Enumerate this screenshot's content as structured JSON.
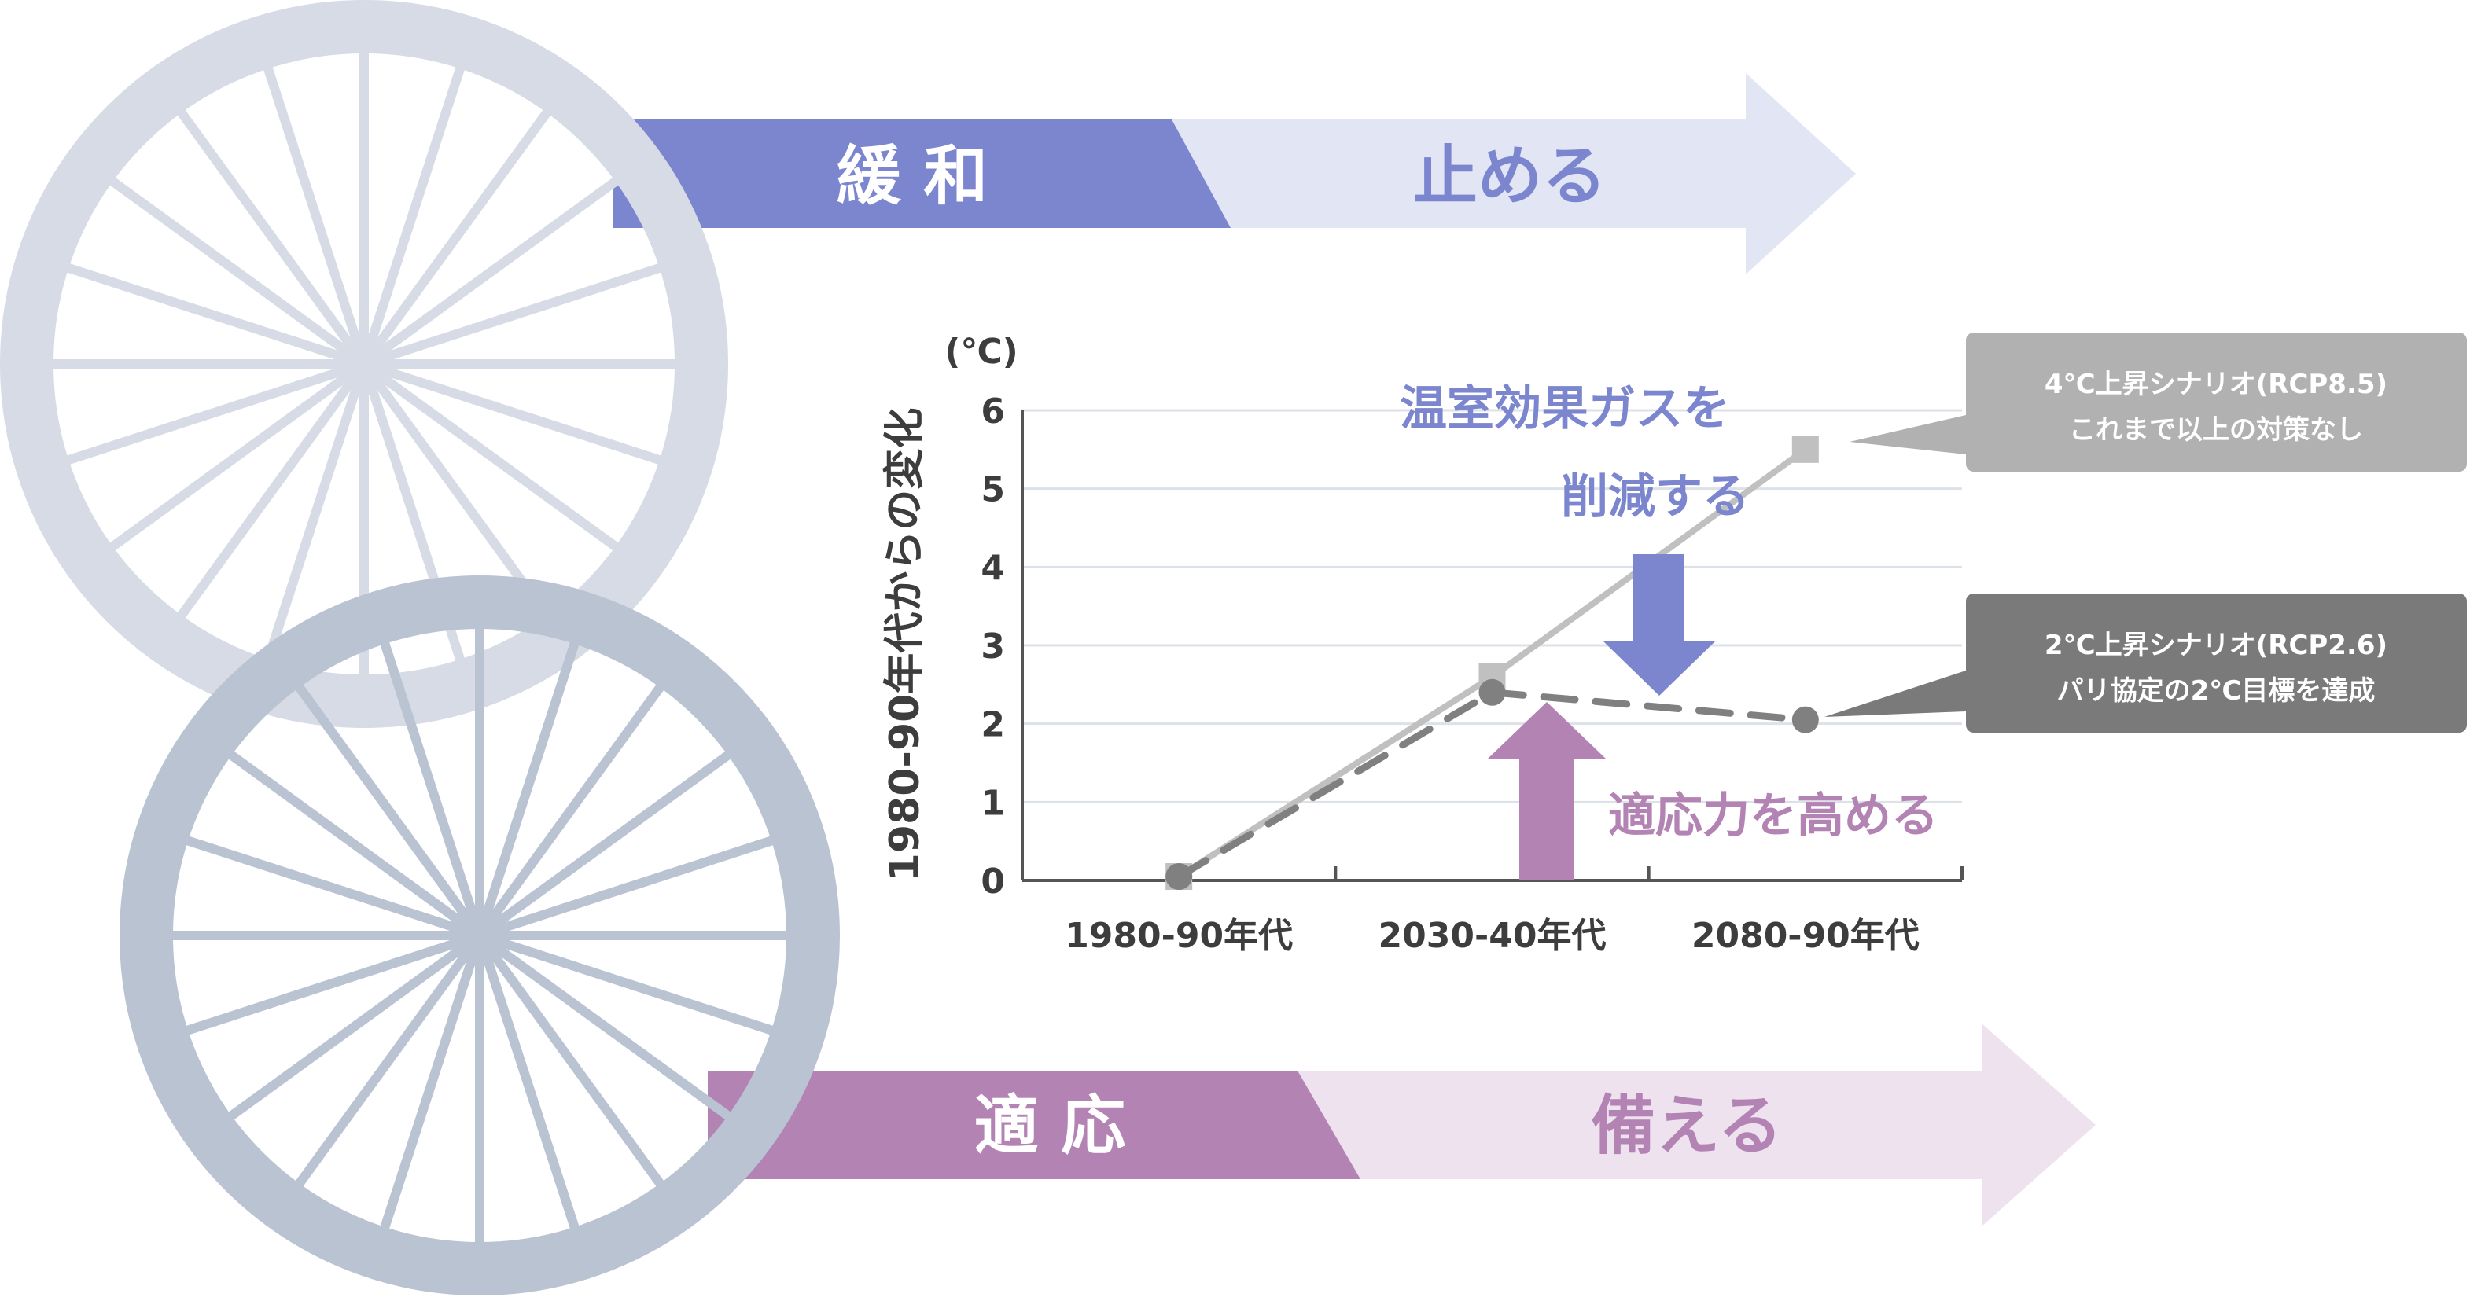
{
  "banners": {
    "mitigation": {
      "label": "緩 和",
      "action": "止める",
      "color": "#7b86cf",
      "light": "#e2e5f4"
    },
    "adaptation": {
      "label": "適 応",
      "action": "備える",
      "color": "#b383b4",
      "light": "#eee2ef"
    }
  },
  "callouts": {
    "reduce_line1": "温室効果ガスを",
    "reduce_line2": "削減する",
    "adapt": "適応力を高める",
    "reduce_color": "#7b86cf",
    "adapt_color": "#b383b4"
  },
  "bubbles": {
    "high": {
      "line1": "4℃上昇シナリオ(RCP8.5)",
      "line2": "これまで以上の対策なし",
      "color": "#b1b1b1"
    },
    "low": {
      "line1": "2℃上昇シナリオ(RCP2.6)",
      "line2": "パリ協定の2℃目標を達成",
      "color": "#7a7a7a"
    }
  },
  "icons": {
    "wheel_top": "wagon-wheel-icon",
    "wheel_bottom": "wagon-wheel-icon",
    "arrow_down": "arrow-down-icon",
    "arrow_up": "arrow-up-icon"
  },
  "chart_data": {
    "type": "line",
    "ylabel": "1980-90年代からの変化",
    "yunit": "(℃)",
    "ylim": [
      0,
      6
    ],
    "yticks": [
      0,
      1,
      2,
      3,
      4,
      5,
      6
    ],
    "categories": [
      "1980-90年代",
      "2030-40年代",
      "2080-90年代"
    ],
    "grid": true,
    "series": [
      {
        "name": "4℃上昇シナリオ(RCP8.5)",
        "values": [
          0.05,
          2.6,
          5.5
        ],
        "color": "#c0c0c0",
        "style": "solid",
        "marker": "square"
      },
      {
        "name": "2℃上昇シナリオ(RCP2.6)",
        "values": [
          0.05,
          2.4,
          2.05
        ],
        "color": "#808080",
        "style": "dashed",
        "marker": "circle"
      }
    ]
  }
}
